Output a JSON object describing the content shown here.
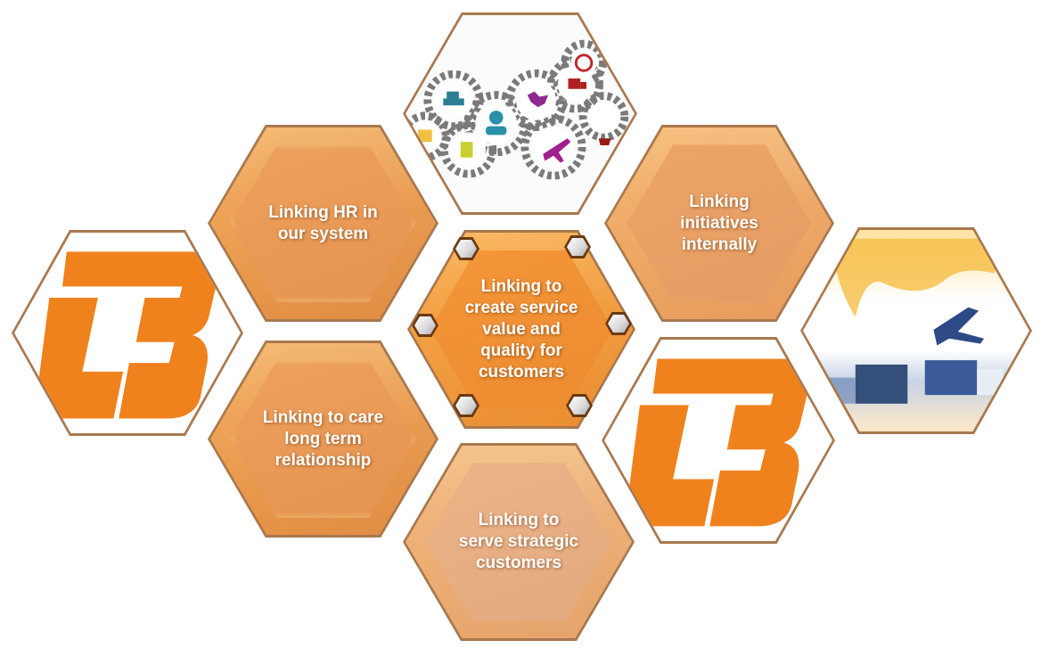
{
  "diagram": {
    "type": "hexagon-cluster",
    "background_color": "#ffffff",
    "accent_colors": {
      "orange_dark": "#ef8a28",
      "orange_mid": "#e8924a",
      "orange_light": "#e6ac7e",
      "logo_orange": "#f0821e"
    },
    "center": {
      "label": "Linking to create service value and quality for customers",
      "lines": [
        "Linking to",
        "create service",
        "value and",
        "quality for",
        "customers"
      ]
    },
    "nodes": [
      {
        "id": "hr",
        "lines": [
          "Linking HR in",
          "our system"
        ]
      },
      {
        "id": "initiatives",
        "lines": [
          "Linking",
          "initiatives",
          "internally"
        ]
      },
      {
        "id": "care",
        "lines": [
          "Linking to care",
          "long term",
          "relationship"
        ]
      },
      {
        "id": "strategic",
        "lines": [
          "Linking to",
          "serve strategic",
          "customers"
        ]
      }
    ],
    "images": [
      {
        "id": "top-gears",
        "description": "logistics gears illustration",
        "icons": [
          "ship-icon",
          "customer-service-icon",
          "world-map-icon",
          "delivery-truck-icon",
          "airplane-icon",
          "24h-icon",
          "luggage-icon",
          "package-icon",
          "shopping-cart-icon"
        ]
      },
      {
        "id": "right-transport",
        "description": "airplane, truck and train transport photo"
      },
      {
        "id": "left-logo",
        "description": "LB logo"
      },
      {
        "id": "right-logo",
        "description": "LB logo"
      }
    ]
  }
}
